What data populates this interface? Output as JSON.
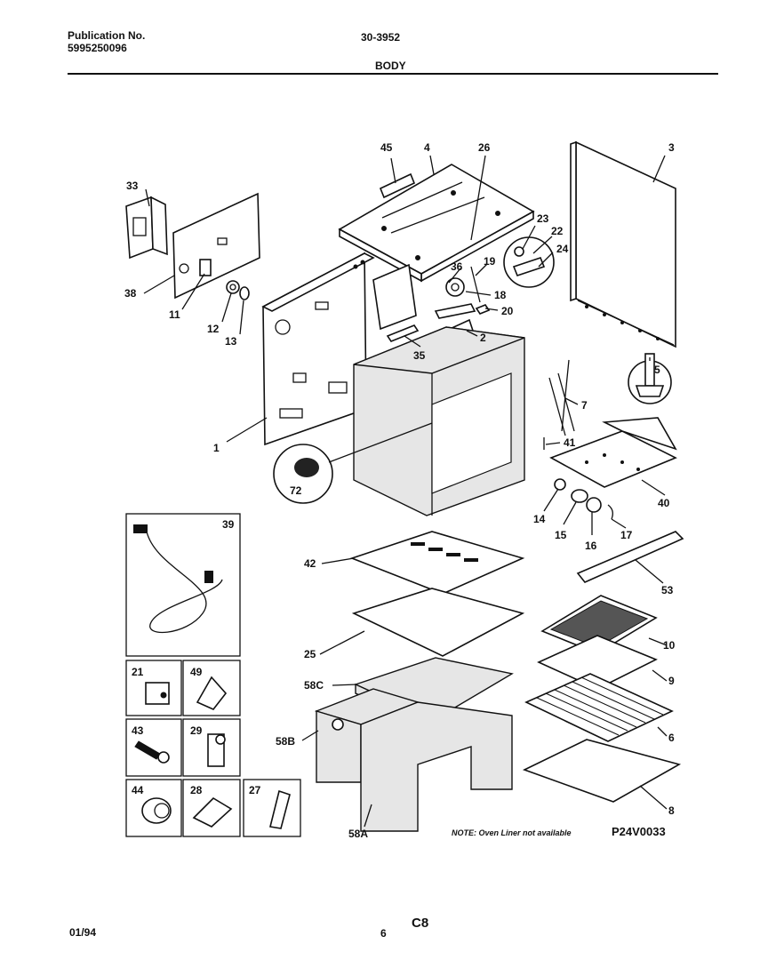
{
  "header": {
    "publication_label": "Publication No.",
    "publication_number": "5995250096",
    "model": "30-3952",
    "section": "BODY"
  },
  "part_labels": {
    "p1": "1",
    "p2": "2",
    "p3": "3",
    "p4": "4",
    "p5": "5",
    "p6": "6",
    "p7": "7",
    "p8": "8",
    "p9": "9",
    "p10": "10",
    "p11": "11",
    "p12": "12",
    "p13": "13",
    "p14": "14",
    "p15": "15",
    "p16": "16",
    "p17": "17",
    "p18": "18",
    "p19": "19",
    "p20": "20",
    "p21": "21",
    "p22": "22",
    "p23": "23",
    "p24": "24",
    "p25": "25",
    "p26": "26",
    "p27": "27",
    "p28": "28",
    "p29": "29",
    "p33": "33",
    "p35": "35",
    "p36": "36",
    "p38": "38",
    "p39": "39",
    "p40": "40",
    "p41": "41",
    "p42": "42",
    "p43": "43",
    "p44": "44",
    "p45": "45",
    "p49": "49",
    "p53": "53",
    "p58a": "58A",
    "p58b": "58B",
    "p58c": "58C",
    "p72": "72"
  },
  "note": "NOTE: Oven Liner not available",
  "drawing_code": "P24V0033",
  "footer": {
    "date": "01/94",
    "page": "6",
    "section_code": "C8"
  }
}
